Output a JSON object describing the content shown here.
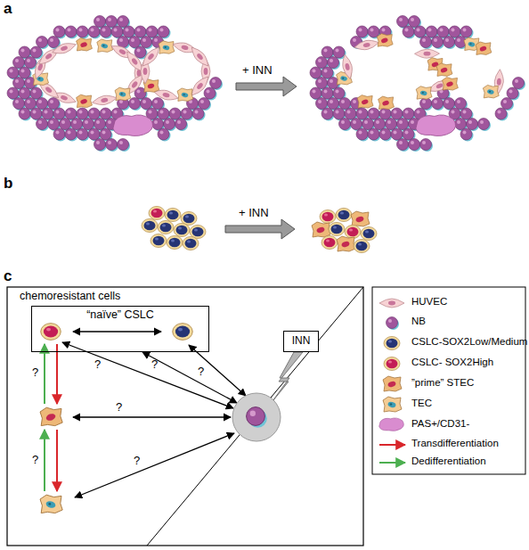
{
  "diagram": {
    "nodes": [
      {
        "text": [
          "“naïve” CSLC"
        ]
      },
      {
        "text": [
          "INN"
        ]
      }
    ],
    "labels": [
      "a",
      "+ INN",
      "b",
      "+ INN",
      "c",
      "chemoresistant cells",
      "?",
      "?",
      "?",
      "?",
      "?",
      "?",
      "?"
    ],
    "legend": [
      {
        "text": "HUVEC"
      },
      {
        "text": "NB"
      },
      {
        "text": "CSLC-SOX2Low/Medium"
      },
      {
        "text": "CSLC- SOX2High"
      },
      {
        "text": "”prime” STEC"
      },
      {
        "text": "TEC"
      },
      {
        "text": "PAS+/CD31-"
      },
      {
        "text": "Transdifferentiation"
      },
      {
        "text": "Dedifferentiation"
      }
    ]
  }
}
